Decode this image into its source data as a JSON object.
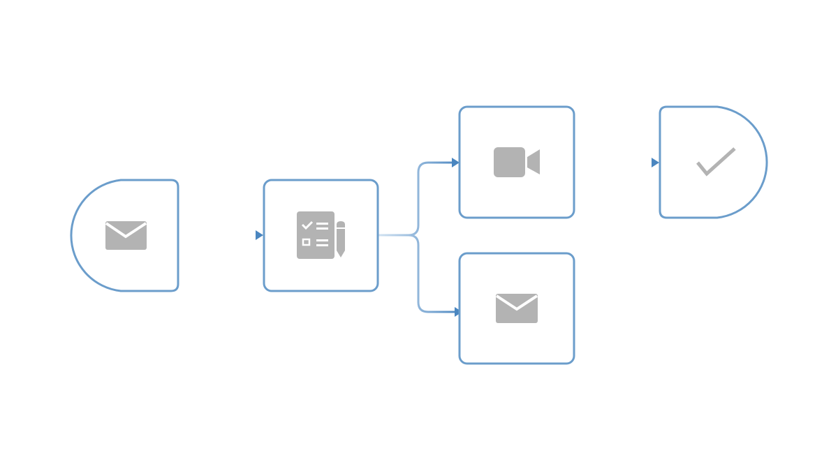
{
  "diagram": {
    "type": "flowchart",
    "colors": {
      "node_stroke": "#6b9dcb",
      "icon": "#b3b3b3",
      "edge_start": "#d4e4f2",
      "edge_end": "#4a86c0"
    },
    "nodes": [
      {
        "id": "start",
        "shape": "start-terminal",
        "icon": "envelope-icon"
      },
      {
        "id": "form",
        "shape": "process",
        "icon": "checklist-form-icon"
      },
      {
        "id": "video",
        "shape": "process",
        "icon": "video-camera-icon"
      },
      {
        "id": "email",
        "shape": "process",
        "icon": "envelope-icon"
      },
      {
        "id": "end",
        "shape": "end-terminal",
        "icon": "checkmark-icon"
      }
    ],
    "edges": [
      {
        "from": "start",
        "to": "form"
      },
      {
        "from": "form",
        "to": "video"
      },
      {
        "from": "form",
        "to": "email"
      },
      {
        "from": "video",
        "to": "end"
      }
    ]
  }
}
